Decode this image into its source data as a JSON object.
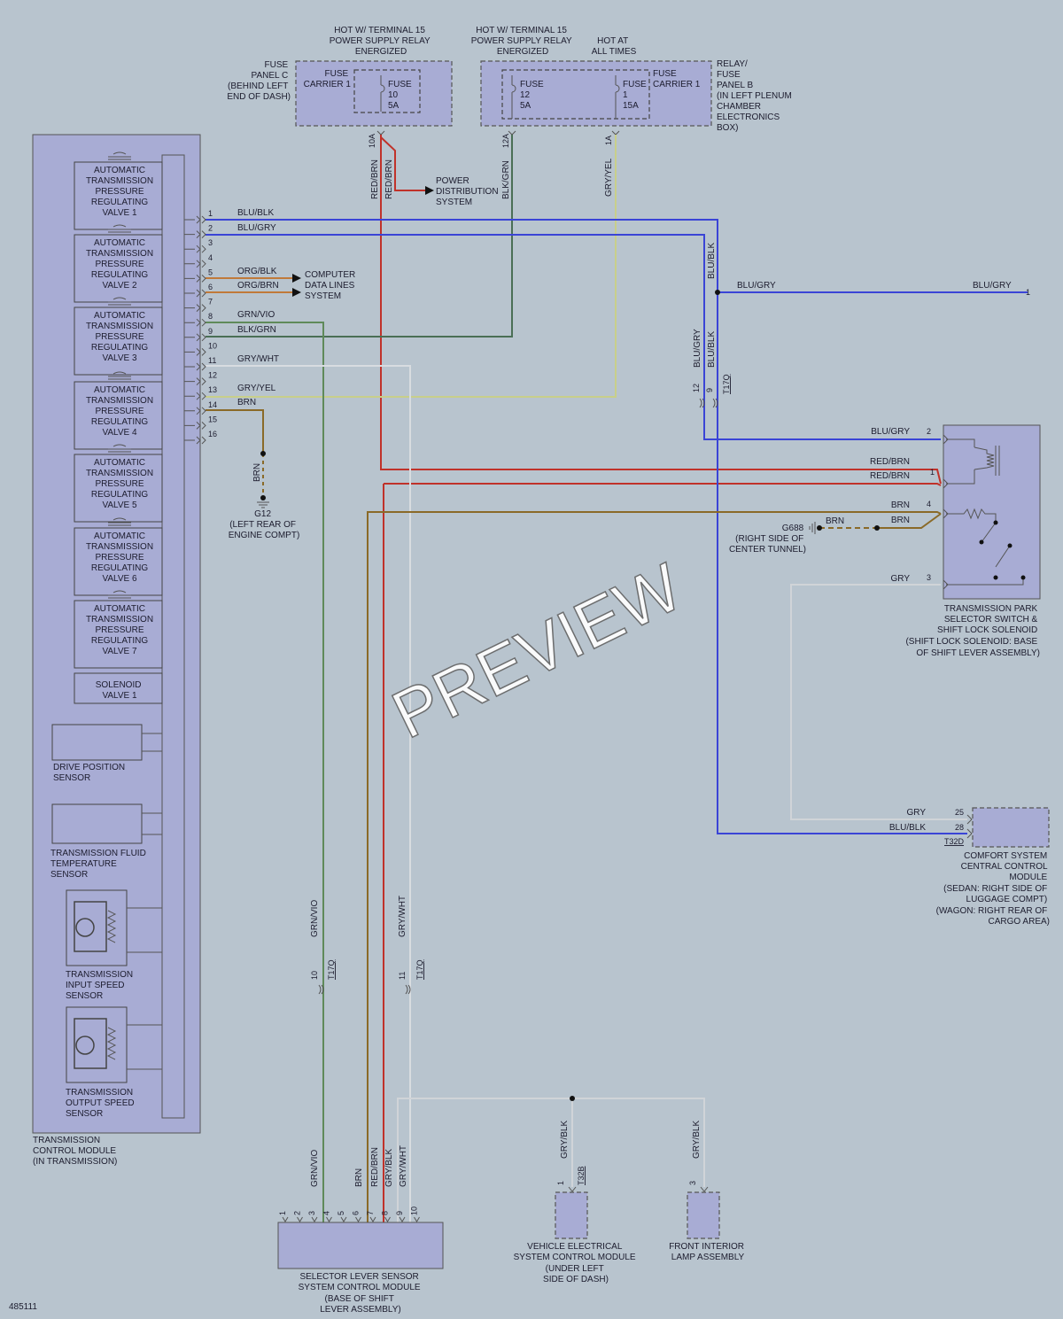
{
  "diagram_id": "485111",
  "watermark": "PREVIEW",
  "power": {
    "hot_terminal15": [
      "HOT W/ TERMINAL 15",
      "POWER SUPPLY RELAY",
      "ENERGIZED"
    ],
    "hot_always": [
      "HOT AT",
      "ALL TIMES"
    ],
    "fuse_panel_c": [
      "FUSE",
      "PANEL C",
      "(BEHIND LEFT",
      "END OF DASH)"
    ],
    "fuse_carrier": [
      "FUSE",
      "CARRIER 1"
    ],
    "fuse10": [
      "FUSE",
      "10",
      "5A"
    ],
    "fuse12": [
      "FUSE",
      "12",
      "5A"
    ],
    "fuse1": [
      "FUSE",
      "1",
      "15A"
    ],
    "relay_panel_b": [
      "RELAY/",
      "FUSE",
      "PANEL B",
      "(IN LEFT PLENUM",
      "CHAMBER",
      "ELECTRONICS",
      "BOX)"
    ],
    "pin_10a": "10A",
    "pin_12a": "12A",
    "pin_1a": "1A"
  },
  "tcm": {
    "valves": [
      [
        "AUTOMATIC",
        "TRANSMISSION",
        "PRESSURE",
        "REGULATING",
        "VALVE 1"
      ],
      [
        "AUTOMATIC",
        "TRANSMISSION",
        "PRESSURE",
        "REGULATING",
        "VALVE 2"
      ],
      [
        "AUTOMATIC",
        "TRANSMISSION",
        "PRESSURE",
        "REGULATING",
        "VALVE 3"
      ],
      [
        "AUTOMATIC",
        "TRANSMISSION",
        "PRESSURE",
        "REGULATING",
        "VALVE 4"
      ],
      [
        "AUTOMATIC",
        "TRANSMISSION",
        "PRESSURE",
        "REGULATING",
        "VALVE 5"
      ],
      [
        "AUTOMATIC",
        "TRANSMISSION",
        "PRESSURE",
        "REGULATING",
        "VALVE 6"
      ],
      [
        "AUTOMATIC",
        "TRANSMISSION",
        "PRESSURE",
        "REGULATING",
        "VALVE 7"
      ]
    ],
    "solenoid": [
      "SOLENOID",
      "VALVE 1"
    ],
    "drive_position": [
      "DRIVE POSITION",
      "SENSOR"
    ],
    "fluid_temp": [
      "TRANSMISSION FLUID",
      "TEMPERATURE",
      "SENSOR"
    ],
    "input_speed": [
      "TRANSMISSION",
      "INPUT SPEED",
      "SENSOR"
    ],
    "output_speed": [
      "TRANSMISSION",
      "OUTPUT SPEED",
      "SENSOR"
    ],
    "name": [
      "TRANSMISSION",
      "CONTROL MODULE",
      "(IN TRANSMISSION)"
    ],
    "pins": [
      "1",
      "2",
      "3",
      "4",
      "5",
      "6",
      "7",
      "8",
      "9",
      "10",
      "11",
      "12",
      "13",
      "14",
      "15",
      "16"
    ]
  },
  "wire_labels": {
    "p1": "BLU/BLK",
    "p2": "BLU/GRY",
    "p5": "ORG/BLK",
    "p6": "ORG/BRN",
    "p8": "GRN/VIO",
    "p9": "BLK/GRN",
    "p11": "GRY/WHT",
    "p13": "GRY/YEL",
    "p14": "BRN",
    "red_brn": "RED/BRN",
    "blk_grn": "BLK/GRN",
    "gry_yel": "GRY/YEL",
    "blu_blk": "BLU/BLK",
    "blu_gry": "BLU/GRY",
    "brn": "BRN",
    "gry": "GRY",
    "grn_vio": "GRN/VIO",
    "gry_wht": "GRY/WHT",
    "gry_blk": "GRY/BLK"
  },
  "computer_data": [
    "COMPUTER",
    "DATA LINES",
    "SYSTEM"
  ],
  "power_distribution": [
    "POWER",
    "DISTRIBUTION",
    "SYSTEM"
  ],
  "ground_g12": [
    "G12",
    "(LEFT REAR OF",
    "ENGINE COMPT)"
  ],
  "ground_g688": [
    "G688",
    "(RIGHT SIDE OF",
    "CENTER TUNNEL)"
  ],
  "connectors": {
    "t17q": "T17Q",
    "t32d": "T32D",
    "t32b": "T32B"
  },
  "conn_pins": {
    "c12": "12",
    "c9": "9",
    "c10": "10",
    "c11": "11",
    "one": "1",
    "three": "3",
    "p25": "25",
    "p28": "28",
    "pin1": "1"
  },
  "park_switch": {
    "name": [
      "TRANSMISSION PARK",
      "SELECTOR SWITCH &",
      "SHIFT LOCK SOLENOID",
      "(SHIFT LOCK SOLENOID: BASE",
      "OF SHIFT LEVER ASSEMBLY)"
    ],
    "pins": [
      "2",
      "1",
      "4",
      "3"
    ]
  },
  "comfort": [
    "COMFORT SYSTEM",
    "CENTRAL CONTROL",
    "MODULE",
    "(SEDAN: RIGHT SIDE OF",
    "LUGGAGE COMPT)",
    "(WAGON: RIGHT REAR OF",
    "CARGO AREA)"
  ],
  "selector": {
    "name": [
      "SELECTOR LEVER SENSOR",
      "SYSTEM CONTROL MODULE",
      "(BASE OF SHIFT",
      "LEVER ASSEMBLY)"
    ],
    "pins": [
      "1",
      "2",
      "3",
      "4",
      "5",
      "6",
      "7",
      "8",
      "9",
      "10"
    ]
  },
  "vesc": [
    "VEHICLE ELECTRICAL",
    "SYSTEM CONTROL MODULE",
    "(UNDER LEFT",
    "SIDE OF DASH)"
  ],
  "lamp": [
    "FRONT INTERIOR",
    "LAMP ASSEMBLY"
  ]
}
